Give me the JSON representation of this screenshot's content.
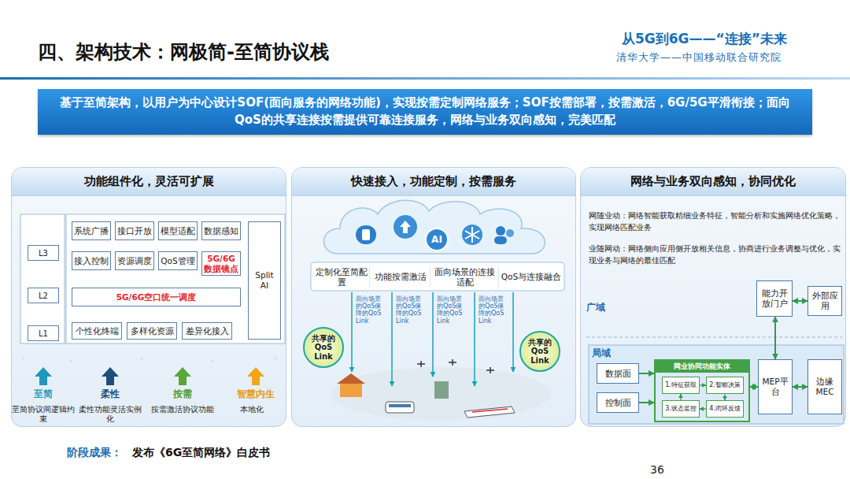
{
  "diagram": {
    "title": "四、架构技术：网极简-至简协议栈",
    "nodes": [
      {
        "text": [
          "基于至简架构，以用户为中心设计SOF(面向服务的网络功能)，实现按需定制网络服务；SOF按需部署，按需激活，6G/5G平滑衔接；面向QoS的共享连接按需提供可靠连接服务，网络与业务双向感知，完美匹配"
        ]
      },
      {
        "text": [
          "功能组件化，灵活可扩展"
        ]
      },
      {
        "text": [
          "L3"
        ],
        "in": 1
      },
      {
        "text": [
          "L2"
        ],
        "in": 1
      },
      {
        "text": [
          "L1"
        ],
        "in": 1
      },
      {
        "text": [
          "系统广播"
        ],
        "in": 1
      },
      {
        "text": [
          "接口开放"
        ],
        "in": 1
      },
      {
        "text": [
          "模型适配"
        ],
        "in": 1
      },
      {
        "text": [
          "数据感知"
        ],
        "in": 1
      },
      {
        "text": [
          "接入控制"
        ],
        "in": 1
      },
      {
        "text": [
          "资源调度"
        ],
        "in": 1
      },
      {
        "text": [
          "QoS管理"
        ],
        "in": 1
      },
      {
        "text": [
          "5G/6G数据镜点"
        ],
        "in": 1
      },
      {
        "text": [
          "5G/6G空口统一调度"
        ],
        "in": 1
      },
      {
        "text": [
          "个性化终端"
        ],
        "in": 1
      },
      {
        "text": [
          "多样化资源"
        ],
        "in": 1
      },
      {
        "text": [
          "差异化接入"
        ],
        "in": 1
      },
      {
        "text": [
          "Split AI"
        ],
        "in": 1
      },
      {
        "text": [
          "快速接入，功能定制，按需服务"
        ]
      },
      {
        "text": [
          "AI"
        ],
        "in": 18
      },
      {
        "text": [
          "定制化至简配置"
        ],
        "in": 18
      },
      {
        "text": [
          "功能按需激活"
        ],
        "in": 18
      },
      {
        "text": [
          "面向场景的连接适配"
        ],
        "in": 18
      },
      {
        "text": [
          "QoS与连接融合"
        ],
        "in": 18
      },
      {
        "text": [
          "共享的QoS Link"
        ],
        "in": 18
      },
      {
        "text": [
          "共享的QoS Link"
        ],
        "in": 18
      },
      {
        "text": [
          "网络与业务双向感知，协同优化"
        ]
      },
      {
        "text": [
          "能力开放门户"
        ],
        "in": 26
      },
      {
        "text": [
          "外部应用"
        ],
        "in": 26
      },
      {
        "text": [
          "数据面"
        ],
        "in": 26
      },
      {
        "text": [
          "控制面"
        ],
        "in": 26
      },
      {
        "text": [
          "网业协同功能实体"
        ],
        "in": 26
      },
      {
        "text": [
          "1.特征获取"
        ],
        "in": 31
      },
      {
        "text": [
          "2.智能决策"
        ],
        "in": 31
      },
      {
        "text": [
          "3.状态监控"
        ],
        "in": 31
      },
      {
        "text": [
          "4.闭环反馈"
        ],
        "in": 31
      },
      {
        "text": [
          "MEP平台"
        ],
        "in": 26
      },
      {
        "text": [
          "边缘MEC"
        ],
        "in": 26
      }
    ],
    "edges": [
      {
        "from": 27,
        "to": 28,
        "arrow": "both"
      },
      {
        "from": 36,
        "to": 27,
        "arrow": "both"
      },
      {
        "from": 29,
        "to": 31,
        "arrow": "to"
      },
      {
        "from": 30,
        "to": 31,
        "arrow": "to"
      },
      {
        "from": 31,
        "to": 36,
        "arrow": "both"
      },
      {
        "from": 36,
        "to": 37,
        "arrow": "both"
      },
      {
        "from": 32,
        "to": 33,
        "arrow": "to"
      },
      {
        "from": 33,
        "to": 35,
        "arrow": "to"
      },
      {
        "from": 35,
        "to": 34,
        "arrow": "to"
      },
      {
        "from": 34,
        "to": 32,
        "arrow": "to"
      }
    ],
    "labels": [
      "从5G到6G——“连接”未来",
      "清华大学——中国移动联合研究院",
      "至简",
      "至简协议间逻辑约束",
      "柔性",
      "柔性功能灵活实例化",
      "按需",
      "按需激活协议功能",
      "智慧内生",
      "本地化",
      "面向场景的QoS保障的QoS Link",
      "面向场景的QoS保障的QoS Link",
      "面向场景的QoS保障的QoS Link",
      "面向场景的QoS保障的QoS Link",
      "网随业动：网络智能获取精细业务特征，智能分析和实施网络优化策略，实现网络匹配业务",
      "业随网动：网络侧向应用侧开放相关信息，协商进行业务调整与优化，实现业务与网络的最佳匹配",
      "广域",
      "局域",
      "阶段成果：",
      "发布《6G至简网络》白皮书",
      "36"
    ]
  }
}
